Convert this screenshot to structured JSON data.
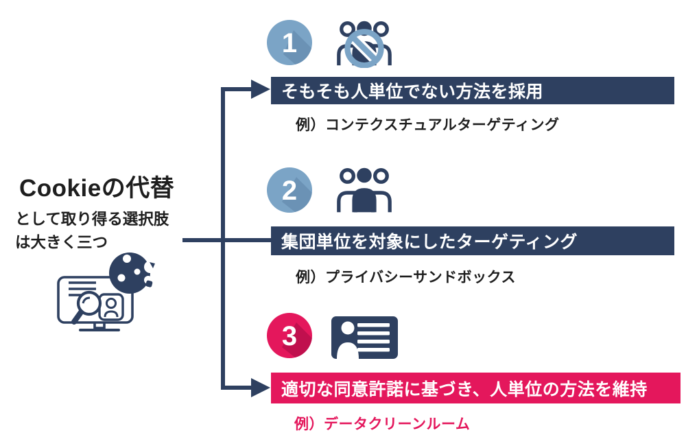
{
  "intro": {
    "title": "Cookieの代替",
    "line2": "として取り得る選択肢",
    "line3": "は大きく三つ"
  },
  "items": [
    {
      "number": "1",
      "icon": "people-group-prohibited-icon",
      "headline": "そもそも人単位でない方法を採用",
      "example": "例）コンテクスチュアルターゲティング",
      "theme": "navy"
    },
    {
      "number": "2",
      "icon": "people-group-icon",
      "headline": "集団単位を対象にしたターゲティング",
      "example": "例）プライバシーサンドボックス",
      "theme": "navy"
    },
    {
      "number": "3",
      "icon": "id-card-icon",
      "headline": "適切な同意許諾に基づき、人単位の方法を維持",
      "example": "例）データクリーンルーム",
      "theme": "pink"
    }
  ],
  "illustration": "cookie-and-monitor-search-illustration",
  "colors": {
    "navy": "#2e4060",
    "steel_blue": "#7ba4c6",
    "steel_blue_shadow": "#6b92b5",
    "pink": "#e4175c",
    "pink_shadow": "#c0104e",
    "text": "#1e1e1e"
  }
}
